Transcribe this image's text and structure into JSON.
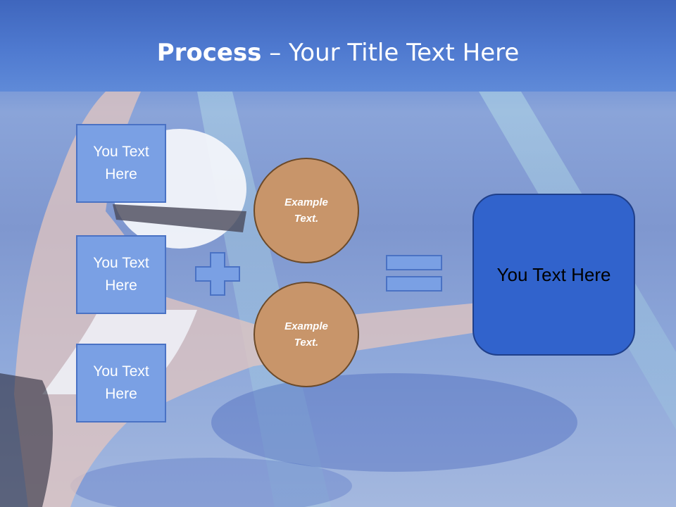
{
  "title": {
    "bold": "Process",
    "rest": " – Your Title Text Here"
  },
  "text_boxes": [
    {
      "label": "You Text Here"
    },
    {
      "label": "You Text Here"
    },
    {
      "label": "You Text Here"
    }
  ],
  "circles": [
    {
      "label": "Example Text."
    },
    {
      "label": "Example Text."
    }
  ],
  "result": {
    "label": "You Text Here"
  },
  "colors": {
    "box_fill": "#7aa0e4",
    "circle_fill": "#c8956a",
    "result_fill": "#3163cc",
    "title_bar": "#4f7ad0"
  }
}
